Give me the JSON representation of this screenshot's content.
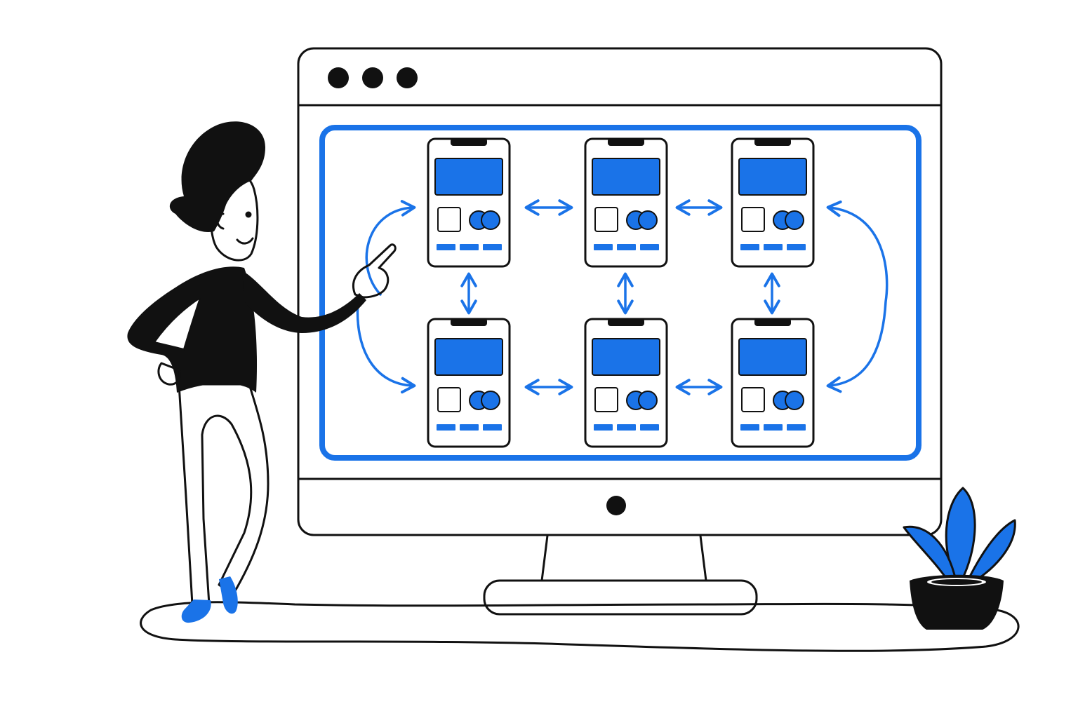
{
  "colors": {
    "accent": "#1a73e8",
    "ink": "#111111",
    "background": "#ffffff"
  },
  "illustration": {
    "window_controls": [
      "dot-icon",
      "dot-icon",
      "dot-icon"
    ],
    "screen_count": 6,
    "flow_connections": [
      [
        1,
        2
      ],
      [
        2,
        3
      ],
      [
        4,
        5
      ],
      [
        5,
        6
      ],
      [
        1,
        4
      ],
      [
        2,
        5
      ],
      [
        3,
        6
      ]
    ],
    "icons": [
      "person-figure",
      "monitor",
      "phone-screen-icon",
      "double-arrow-icon",
      "curved-arrow-icon",
      "plant-pot-icon"
    ]
  }
}
